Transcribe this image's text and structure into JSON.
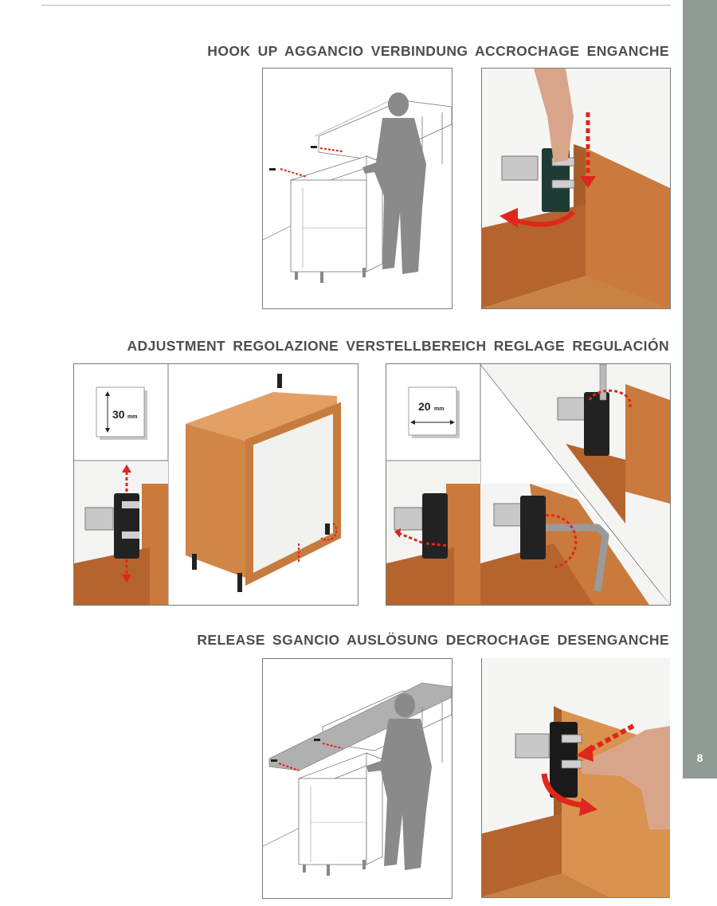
{
  "page": {
    "number": "8"
  },
  "sections": [
    {
      "id": "hookup",
      "title": "HOOK UP  AGGANCIO  VERBINDUNG  ACCROCHAGE  ENGANCHE"
    },
    {
      "id": "adjustment",
      "title": "ADJUSTMENT  REGOLAZIONE  VERSTELLBEREICH  REGLAGE  REGULACIÓN"
    },
    {
      "id": "release",
      "title": "RELEASE  SGANCIO  AUSLÖSUNG  DECROCHAGE  DESENGANCHE"
    }
  ],
  "adjustment": {
    "vertical": {
      "value": "30",
      "unit": "mm"
    },
    "horizontal": {
      "value": "20",
      "unit": "mm"
    }
  },
  "colors": {
    "sidebar": "#8e9a93",
    "heading": "#4e4e4e",
    "arrow": "#e0261c",
    "wood": "#d2884b",
    "silhouette": "#8a8a8a"
  }
}
